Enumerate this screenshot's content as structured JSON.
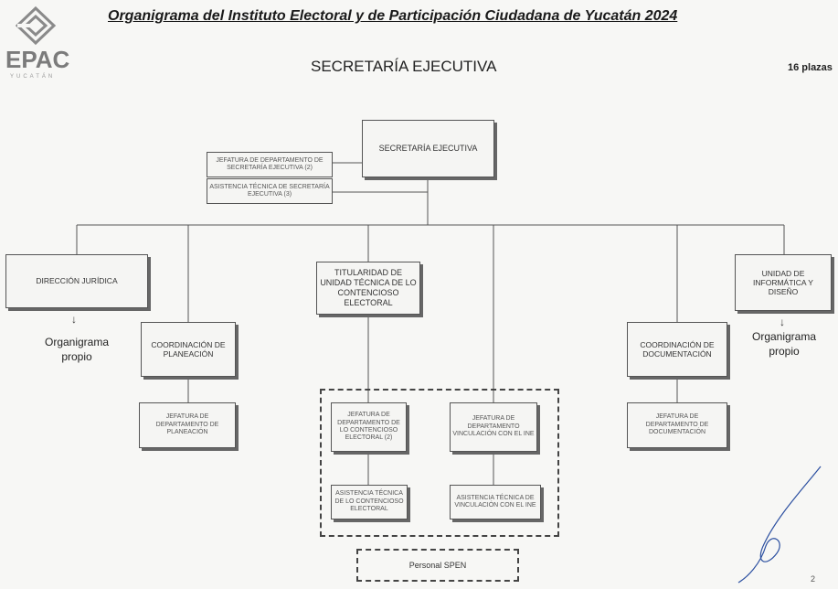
{
  "header": {
    "logo_text": "EPAC",
    "logo_sub": "YUCATÁN",
    "title": "Organigrama del Instituto Electoral y de Participación Ciudadana de Yucatán  2024",
    "section": "SECRETARÍA EJECUTIVA",
    "plazas": "16 plazas"
  },
  "org": {
    "root": "SECRETARÍA EJECUTIVA",
    "staff1": "JEFATURA DE DEPARTAMENTO DE SECRETARÍA EJECUTIVA (2)",
    "staff2": "ASISTENCIA TÉCNICA DE SECRETARÍA EJECUTIVA (3)",
    "juridica": "DIRECCIÓN JURÍDICA",
    "juridica_note": "Organigrama propio",
    "planeacion": "COORDINACIÓN DE PLANEACIÓN",
    "planeacion_jefatura": "JEFATURA DE DEPARTAMENTO DE PLANEACIÓN",
    "contencioso": "TITULARIDAD DE UNIDAD TÉCNICA DE LO CONTENCIOSO ELECTORAL",
    "jef_contencioso": "JEFATURA DE DEPARTAMENTO DE LO CONTENCIOSO ELECTORAL (2)",
    "jef_vinculacion": "JEFATURA DE DEPARTAMENTO VINCULACIÓN CON EL INE",
    "asis_contencioso": "ASISTENCIA TÉCNICA DE LO CONTENCIOSO ELECTORAL",
    "asis_vinculacion": "ASISTENCIA TÉCNICA DE VINCULACIÓN CON EL INE",
    "documentacion": "COORDINACIÓN DE DOCUMENTACIÓN",
    "documentacion_jefatura": "JEFATURA DE DEPARTAMENTO DE DOCUMENTACIÓN",
    "informatica": "UNIDAD DE INFORMÁTICA Y DISEÑO",
    "informatica_note": "Organigrama propio",
    "spen": "Personal SPEN"
  },
  "page_number": "2"
}
